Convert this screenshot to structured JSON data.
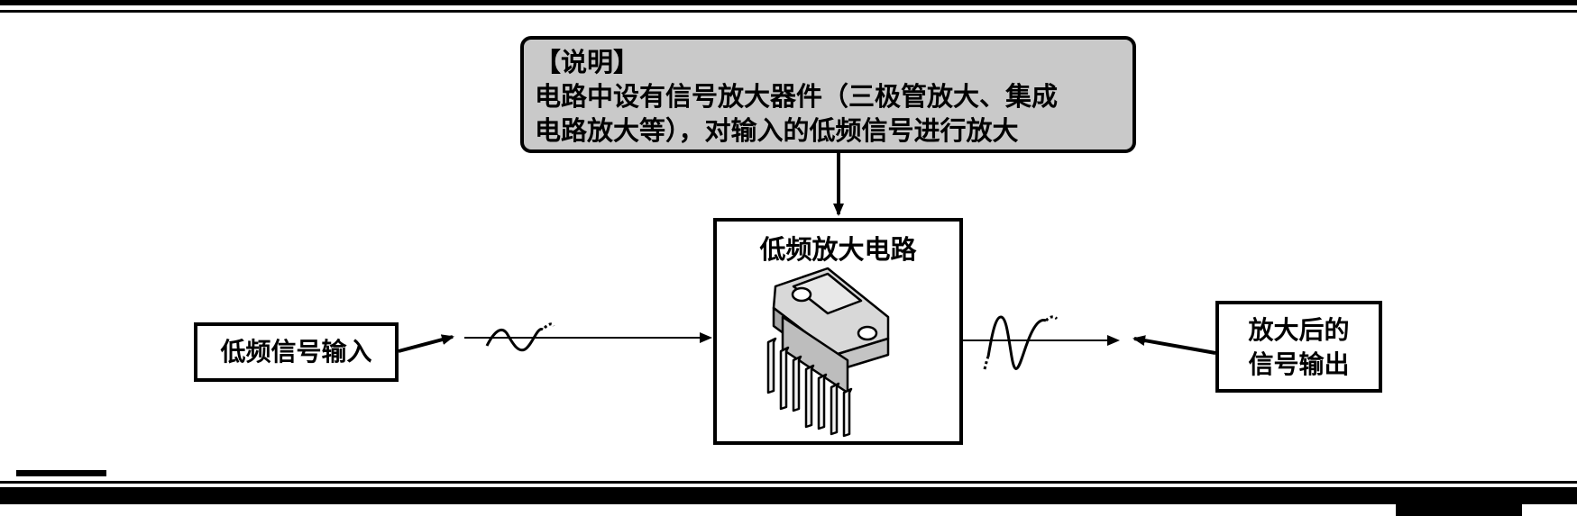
{
  "note": {
    "heading": "【说明】",
    "line1": "电路中设有信号放大器件（三极管放大、集成",
    "line2": "电路放大等），对输入的低频信号进行放大"
  },
  "input_label": "低频信号输入",
  "main_block": {
    "title": "低频放大电路"
  },
  "output_label": {
    "line1": "放大后的",
    "line2": "信号输出"
  },
  "colors": {
    "note_fill": "#c9c9c9",
    "stroke": "#000000",
    "chip_body": "#d0d0d0"
  },
  "icons": {
    "chip": "power-amplifier-ic-icon",
    "input_wave": "small-sine-wave-icon",
    "output_wave": "large-sine-wave-icon"
  }
}
